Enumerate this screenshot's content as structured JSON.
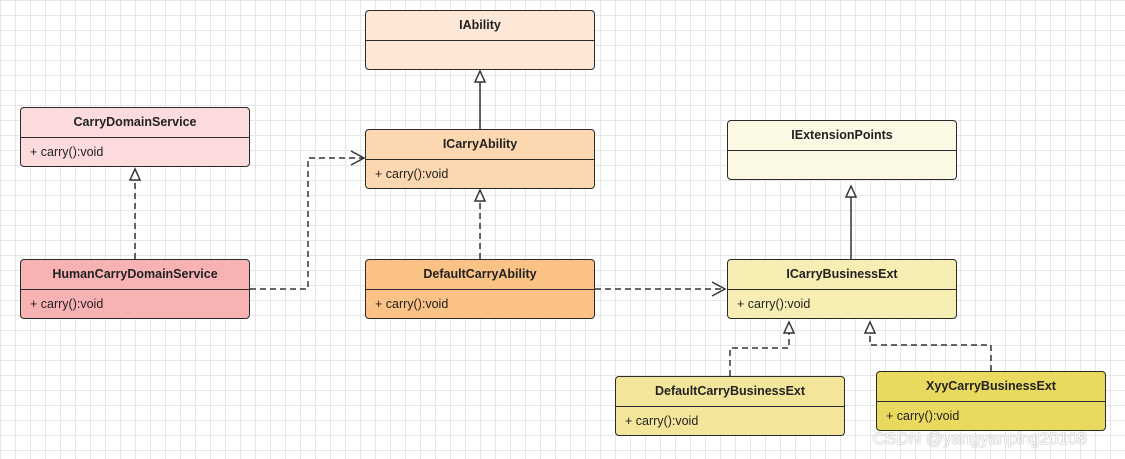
{
  "diagram": {
    "boxes": [
      {
        "id": "iability",
        "title": "IAbility",
        "method": "",
        "fill": "#fde8d8"
      },
      {
        "id": "icarryability",
        "title": "ICarryAbility",
        "method": "+ carry():void",
        "fill": "#fdd7b0"
      },
      {
        "id": "defaultcarryability",
        "title": "DefaultCarryAbility",
        "method": "+ carry():void",
        "fill": "#fbc285"
      },
      {
        "id": "carrydomainservice",
        "title": "CarryDomainService",
        "method": "+ carry():void",
        "fill": "#fddadb"
      },
      {
        "id": "humancarrydomainservice",
        "title": "HumanCarryDomainService",
        "method": "+ carry():void",
        "fill": "#f9b2b4"
      },
      {
        "id": "iextensionpoints",
        "title": "IExtensionPoints",
        "method": "",
        "fill": "#fbf9e4"
      },
      {
        "id": "icarrybusinessext",
        "title": "ICarryBusinessExt",
        "method": "+ carry():void",
        "fill": "#f7eeb4"
      },
      {
        "id": "defaultcarrybusinessext",
        "title": "DefaultCarryBusinessExt",
        "method": "+ carry():void",
        "fill": "#f3e69a"
      },
      {
        "id": "xyycarrybusinessext",
        "title": "XyyCarryBusinessExt",
        "method": "+ carry():void",
        "fill": "#e9d95e"
      }
    ],
    "edges": [
      {
        "from": "icarryability",
        "to": "iability",
        "kind": "generalization"
      },
      {
        "from": "defaultcarryability",
        "to": "icarryability",
        "kind": "realization"
      },
      {
        "from": "humancarrydomainservice",
        "to": "carrydomainservice",
        "kind": "realization"
      },
      {
        "from": "humancarrydomainservice",
        "to": "icarryability",
        "kind": "dependency"
      },
      {
        "from": "defaultcarryability",
        "to": "icarrybusinessext",
        "kind": "dependency"
      },
      {
        "from": "icarrybusinessext",
        "to": "iextensionpoints",
        "kind": "generalization"
      },
      {
        "from": "defaultcarrybusinessext",
        "to": "icarrybusinessext",
        "kind": "realization"
      },
      {
        "from": "xyycarrybusinessext",
        "to": "icarrybusinessext",
        "kind": "realization"
      }
    ]
  },
  "watermark": "CSDN @yangyanping20108"
}
